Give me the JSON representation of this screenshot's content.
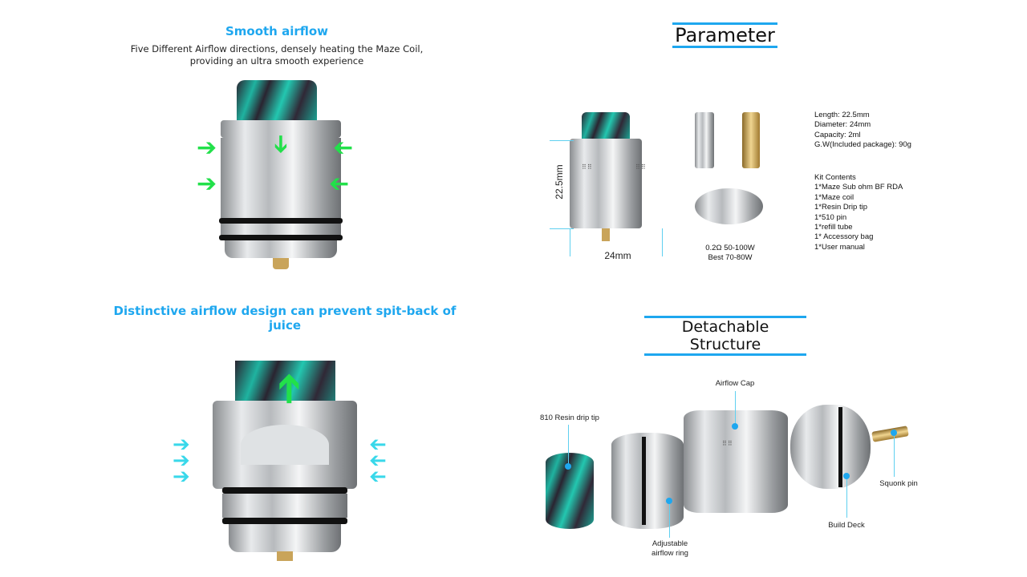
{
  "smooth_airflow": {
    "title": "Smooth airflow",
    "line1": "Five Different Airflow directions, densely heating the Maze Coil,",
    "line2": "providing an ultra smooth experience"
  },
  "spit_back": {
    "title": "Distinctive airflow design can prevent spit-back of juice"
  },
  "parameter": {
    "title": "Parameter",
    "height_label": "22.5mm",
    "width_label": "24mm",
    "coil_line1": "0.2Ω  50-100W",
    "coil_line2": "Best  70-80W",
    "specs": [
      "Length: 22.5mm",
      "Diameter: 24mm",
      "Capacity: 2ml",
      "G.W(Included package): 90g"
    ],
    "kit_title": "Kit Contents",
    "kit": [
      "1*Maze Sub ohm BF RDA",
      "1*Maze coil",
      "1*Resin Drip tip",
      "1*510 pin",
      "1*refill tube",
      "1* Accessory bag",
      "1*User manual"
    ]
  },
  "structure": {
    "title": "Detachable Structure",
    "labels": {
      "drip_tip": "810 Resin drip tip",
      "airflow_cap": "Airflow Cap",
      "squonk_pin": "Squonk pin",
      "build_deck": "Build Deck",
      "ring_1": "Adjustable",
      "ring_2": "airflow ring"
    }
  },
  "colors": {
    "accent": "#1ea7ef",
    "arrow_green": "#22e04a",
    "arrow_cyan": "#39d8ea"
  }
}
